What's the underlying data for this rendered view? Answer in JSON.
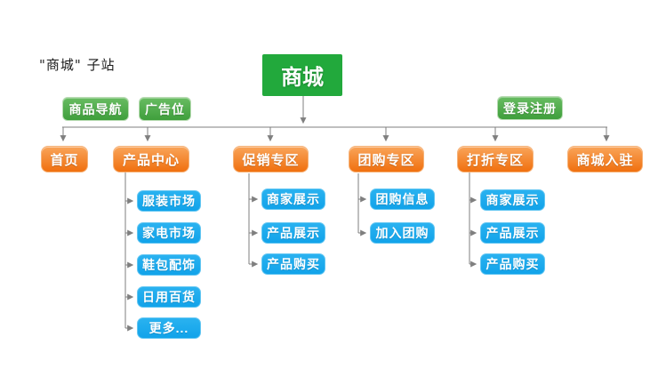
{
  "page": {
    "caption": "\"商城\" 子站"
  },
  "root": {
    "label": "商城"
  },
  "toolbar": {
    "product_nav": "商品导航",
    "ad_slot": "广告位",
    "login_register": "登录注册"
  },
  "sections": [
    {
      "label": "首页",
      "children": []
    },
    {
      "label": "产品中心",
      "children": [
        "服装市场",
        "家电市场",
        "鞋包配饰",
        "日用百货",
        "更多..."
      ]
    },
    {
      "label": "促销专区",
      "children": [
        "商家展示",
        "产品展示",
        "产品购买"
      ]
    },
    {
      "label": "团购专区",
      "children": [
        "团购信息",
        "加入团购"
      ]
    },
    {
      "label": "打折专区",
      "children": [
        "商家展示",
        "产品展示",
        "产品购买"
      ]
    },
    {
      "label": "商城入驻",
      "children": []
    }
  ],
  "colors": {
    "root_green": "#22a93c",
    "button_green": "#3f9f3c",
    "node_orange": "#f0700f",
    "node_blue": "#17a8ec",
    "connector_gray": "#7f7f7f",
    "text": "#ffffff"
  }
}
